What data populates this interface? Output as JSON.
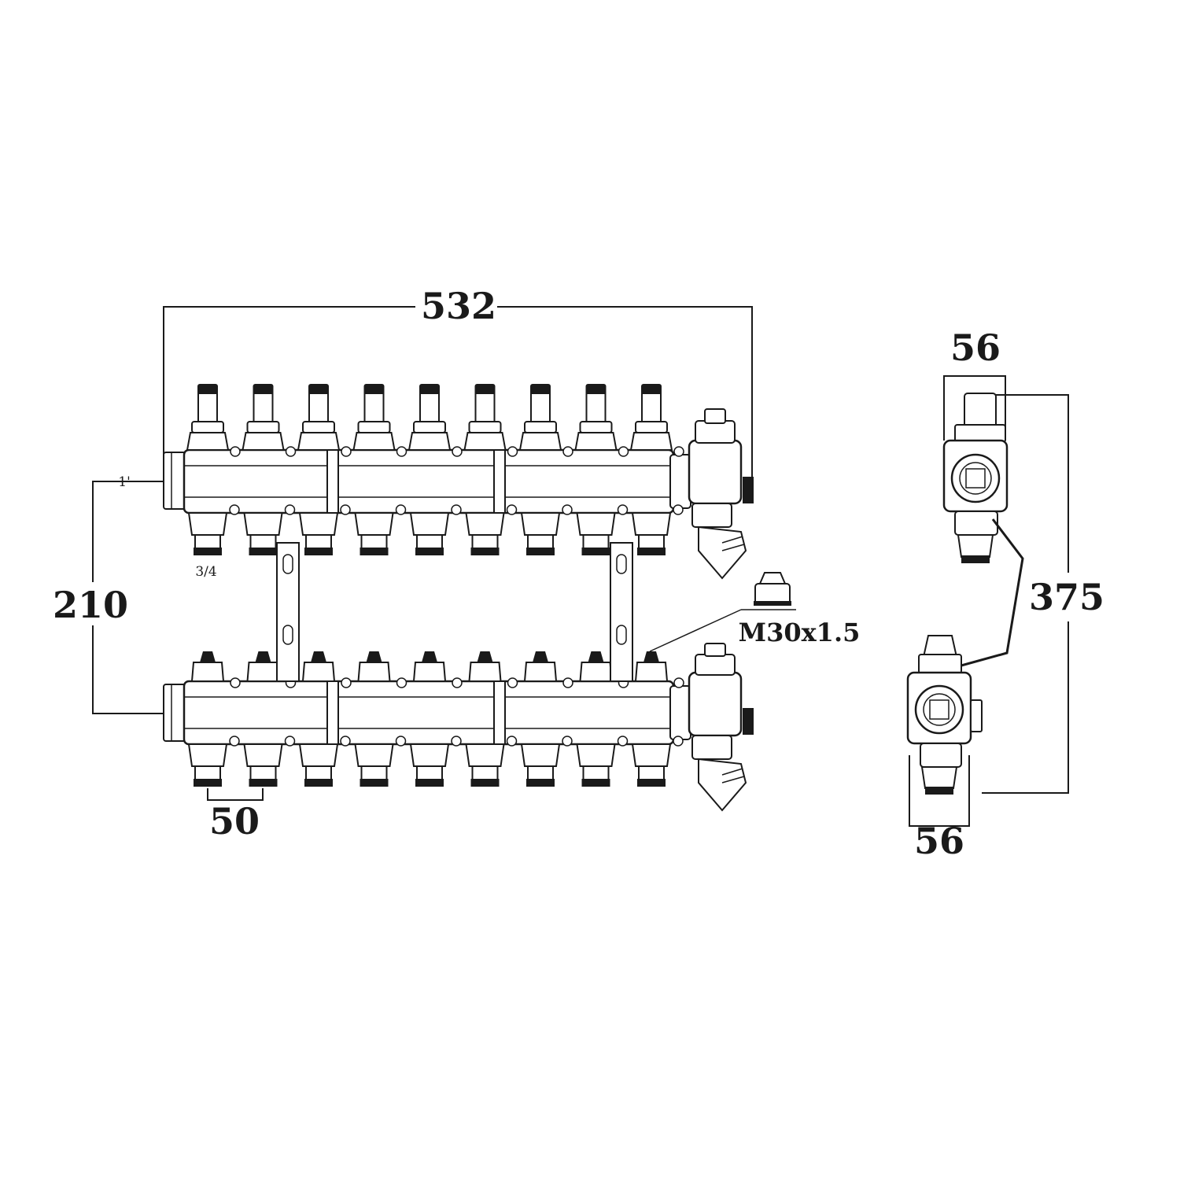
{
  "colors": {
    "line": "#1a1a1a",
    "background": "#ffffff"
  },
  "dimensions": {
    "overall_length": "532",
    "pipe_spacing": "210",
    "outlet_spacing": "50",
    "side_width_top": "56",
    "side_width_bottom": "56",
    "side_height": "375",
    "inlet_thread": "1'",
    "outlet_thread": "3/4",
    "actuator_thread": "M30x1.5"
  },
  "manifold": {
    "circuits": 9
  }
}
